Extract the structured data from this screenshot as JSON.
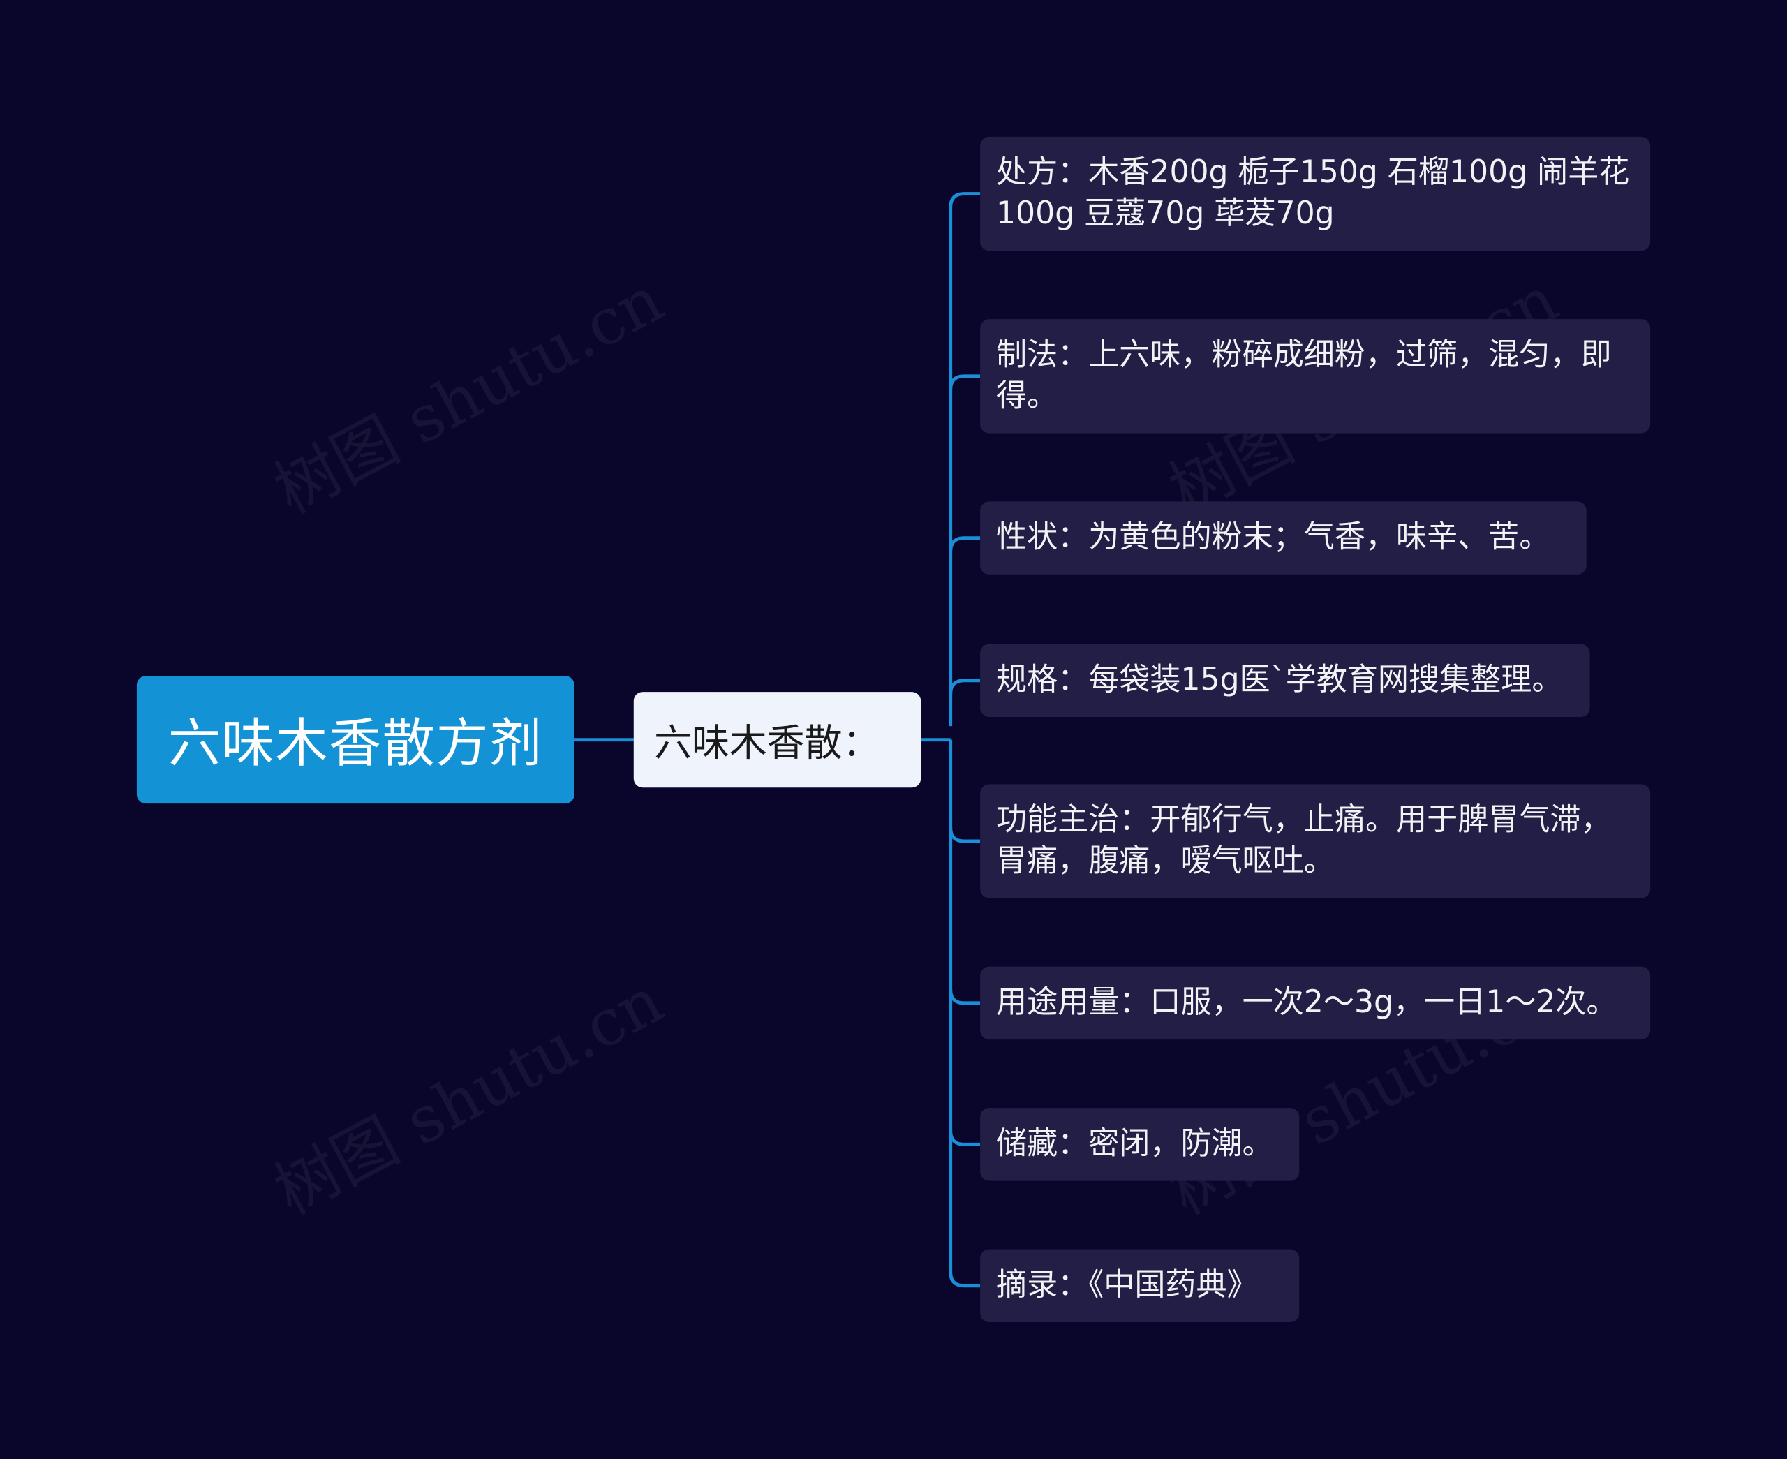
{
  "diagram": {
    "root": "六味木香散方剂",
    "branch": "六味木香散：",
    "leaves": [
      "处方：木香200g 栀子150g 石榴100g 闹羊花100g 豆蔻70g 荜茇70g",
      "制法：上六味，粉碎成细粉，过筛，混匀，即得。",
      "性状：为黄色的粉末；气香，味辛、苦。",
      "规格：每袋装15g医`学教育网搜集整理。",
      "功能主治：开郁行气，止痛。用于脾胃气滞，胃痛，腹痛，嗳气呕吐。",
      "用途用量：口服，一次2～3g，一日1～2次。",
      "储藏：密闭，防潮。",
      "摘录：《中国药典》"
    ]
  },
  "watermark": "树图 shutu.cn",
  "colors": {
    "background": "#0a062b",
    "root_fill": "#1393d6",
    "branch_fill": "#eef3fc",
    "leaf_fill": "#221e45",
    "connector": "#1a8fd8"
  }
}
